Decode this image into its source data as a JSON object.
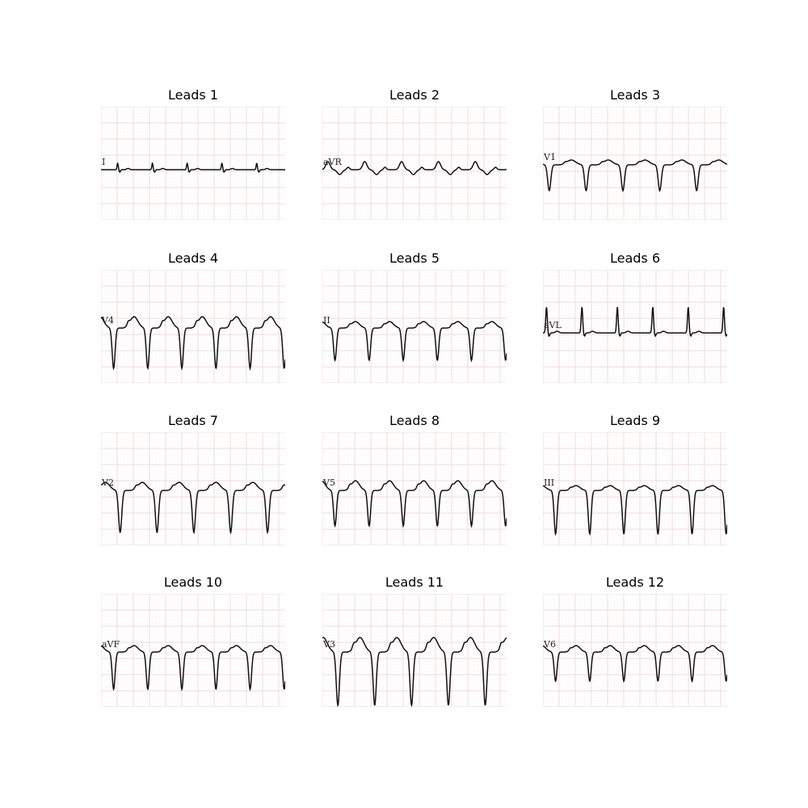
{
  "figure": {
    "panels": [
      {
        "title": "Leads 1",
        "lead_label": "I",
        "wave": {
          "type": "narrow",
          "amp": 8,
          "depth": 2,
          "beats": 5.3,
          "phase": 0.02
        }
      },
      {
        "title": "Leads 2",
        "lead_label": "aVR",
        "wave": {
          "type": "dip",
          "amp": 10,
          "depth": 6,
          "beats": 5.0,
          "phase": 0.15
        }
      },
      {
        "title": "Leads 3",
        "lead_label": "V1",
        "wave": {
          "type": "deep",
          "amp": 6,
          "depth": 32,
          "beats": 5.0,
          "phase": 0.55
        }
      },
      {
        "title": "Leads 4",
        "lead_label": "V4",
        "wave": {
          "type": "deep",
          "amp": 14,
          "depth": 50,
          "beats": 5.4,
          "phase": 0.35
        }
      },
      {
        "title": "Leads 5",
        "lead_label": "II",
        "wave": {
          "type": "deep",
          "amp": 8,
          "depth": 40,
          "beats": 5.4,
          "phase": 0.35
        }
      },
      {
        "title": "Leads 6",
        "lead_label": "aVL",
        "wave": {
          "type": "spike",
          "amp": 32,
          "depth": 4,
          "beats": 5.2,
          "phase": 0.4
        }
      },
      {
        "title": "Leads 7",
        "lead_label": "V2",
        "wave": {
          "type": "deep",
          "amp": 10,
          "depth": 52,
          "beats": 5.0,
          "phase": 0.2
        }
      },
      {
        "title": "Leads 8",
        "lead_label": "V5",
        "wave": {
          "type": "deep",
          "amp": 12,
          "depth": 44,
          "beats": 5.4,
          "phase": 0.35
        }
      },
      {
        "title": "Leads 9",
        "lead_label": "III",
        "wave": {
          "type": "deep",
          "amp": 6,
          "depth": 54,
          "beats": 5.4,
          "phase": 0.35
        }
      },
      {
        "title": "Leads 10",
        "lead_label": "aVF",
        "wave": {
          "type": "deep",
          "amp": 8,
          "depth": 46,
          "beats": 5.4,
          "phase": 0.35
        }
      },
      {
        "title": "Leads 11",
        "lead_label": "V3",
        "wave": {
          "type": "deep",
          "amp": 18,
          "depth": 66,
          "beats": 5.0,
          "phase": 0.3
        }
      },
      {
        "title": "Leads 12",
        "lead_label": "V6",
        "wave": {
          "type": "deep",
          "amp": 8,
          "depth": 36,
          "beats": 5.4,
          "phase": 0.35
        }
      }
    ],
    "colors": {
      "grid_major": "#efdada",
      "grid_minor": "#f6ecec",
      "trace": "#111111",
      "background": "#ffffff"
    }
  }
}
